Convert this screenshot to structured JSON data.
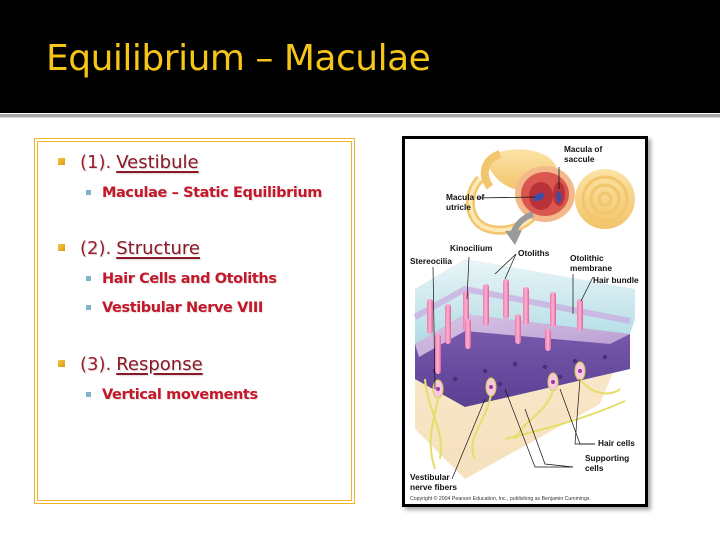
{
  "slide": {
    "title": "Equilibrium – Maculae",
    "colors": {
      "header_bg": "#000000",
      "title": "#f5c518",
      "box_border": "#efb52a",
      "heading_text": "#8a1826",
      "sub_text": "#c4182a",
      "bullet_l1": "#e8b022",
      "bullet_l2": "#7fb3cc"
    }
  },
  "content": {
    "sections": [
      {
        "number": "(1).",
        "heading": "Vestibule",
        "items": [
          "Maculae – Static Equilibrium"
        ]
      },
      {
        "number": "(2).",
        "heading": "Structure",
        "items": [
          "Hair Cells and Otoliths",
          "Vestibular Nerve VIII"
        ]
      },
      {
        "number": "(3).",
        "heading": "Response",
        "items": [
          "Vertical movements"
        ]
      }
    ]
  },
  "figure": {
    "labels": {
      "macula_saccule_1": "Macula of",
      "macula_saccule_2": "saccule",
      "macula_utricle_1": "Macula of",
      "macula_utricle_2": "utricle",
      "kinocilium": "Kinocilium",
      "stereocilia": "Stereocilia",
      "otoliths": "Otoliths",
      "otolithic_membrane_1": "Otolithic",
      "otolithic_membrane_2": "membrane",
      "hair_bundle": "Hair bundle",
      "hair_cells": "Hair cells",
      "supporting_cells_1": "Supporting",
      "supporting_cells_2": "cells",
      "vestibular_nerve_1": "Vestibular",
      "vestibular_nerve_2": "nerve fibers"
    },
    "copyright": "Copyright © 2004 Pearson Education, Inc., publishing as Benjamin Cummings."
  }
}
